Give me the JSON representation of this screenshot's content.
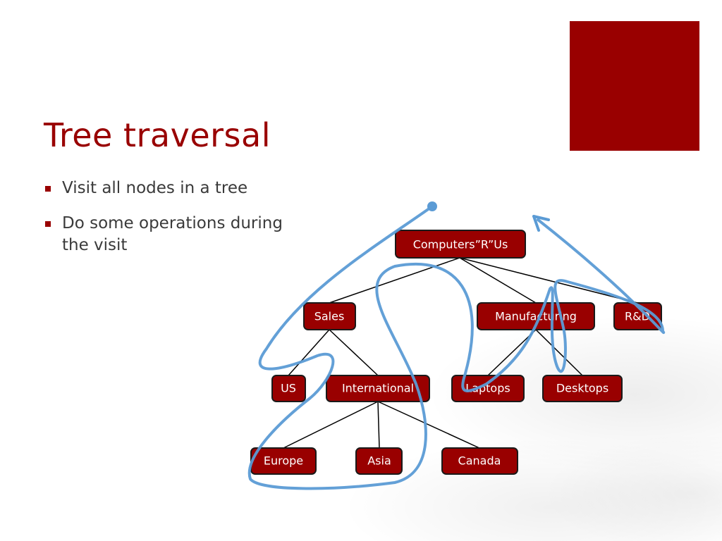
{
  "slide": {
    "title": "Tree traversal",
    "bullets": [
      {
        "text": "Visit all nodes in a tree"
      },
      {
        "text": "Do some operations during the visit"
      }
    ]
  },
  "tree": {
    "nodes": {
      "root": "Computers”R”Us",
      "sales": "Sales",
      "manufacturing": "Manufacturing",
      "rd": "R&D",
      "us": "US",
      "international": "International",
      "laptops": "Laptops",
      "desktops": "Desktops",
      "europe": "Europe",
      "asia": "Asia",
      "canada": "Canada"
    }
  },
  "colors": {
    "accent": "#990000",
    "title": "#990000",
    "node_fill": "#990000",
    "node_text": "#ffffff",
    "edge": "#000000",
    "traversal_path": "#5b9bd5"
  },
  "icons": {
    "bullet": "square-bullet-icon",
    "path_start": "dot-icon",
    "path_end": "arrowhead-icon"
  }
}
